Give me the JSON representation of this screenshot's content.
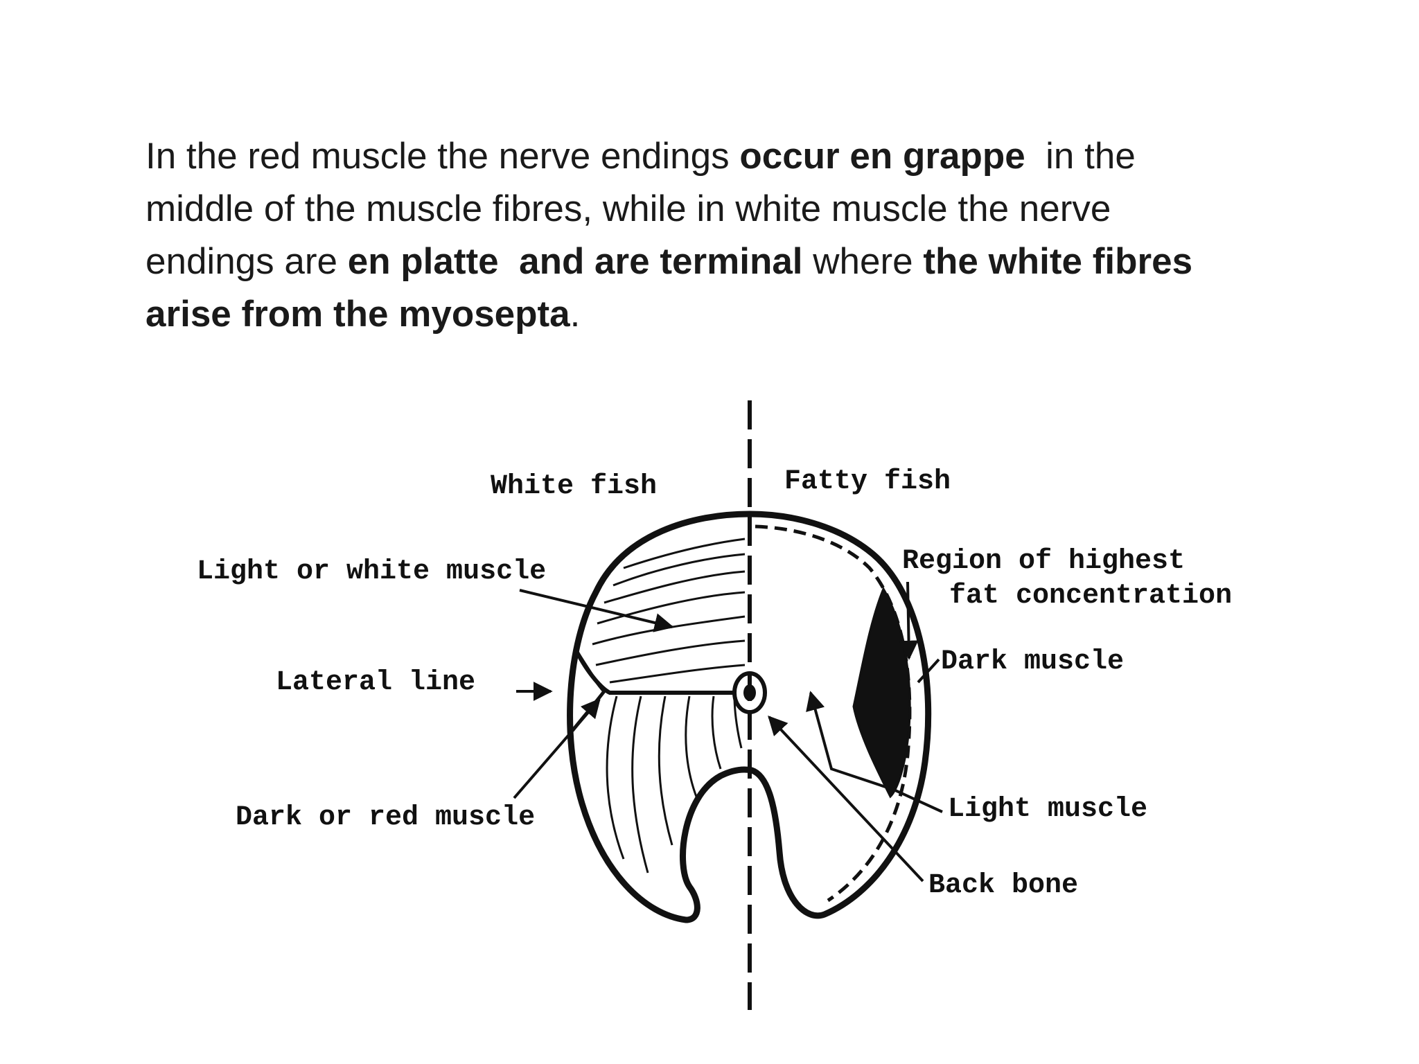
{
  "paragraph": {
    "line1": {
      "a": "In the red muscle the nerve endings ",
      "b": "occur en grappe",
      "c": "  in the"
    },
    "line2": {
      "a": "middle of the muscle fibres, while in white muscle the nerve"
    },
    "line3": {
      "a": "endings are ",
      "b": "en platte  and are terminal",
      "c": " where ",
      "d": "the white fibres"
    },
    "line4": {
      "b": "arise from the myosepta",
      "c": "."
    }
  },
  "diagram": {
    "white_fish": "White fish",
    "fatty_fish": "Fatty fish",
    "light_or_white_muscle": "Light or white muscle",
    "region_line1": "Region of highest",
    "region_line2": "fat concentration",
    "dark_muscle": "Dark muscle",
    "lateral_line": "Lateral line",
    "dark_or_red_muscle": "Dark or red muscle",
    "light_muscle": "Light muscle",
    "back_bone": "Back bone"
  }
}
